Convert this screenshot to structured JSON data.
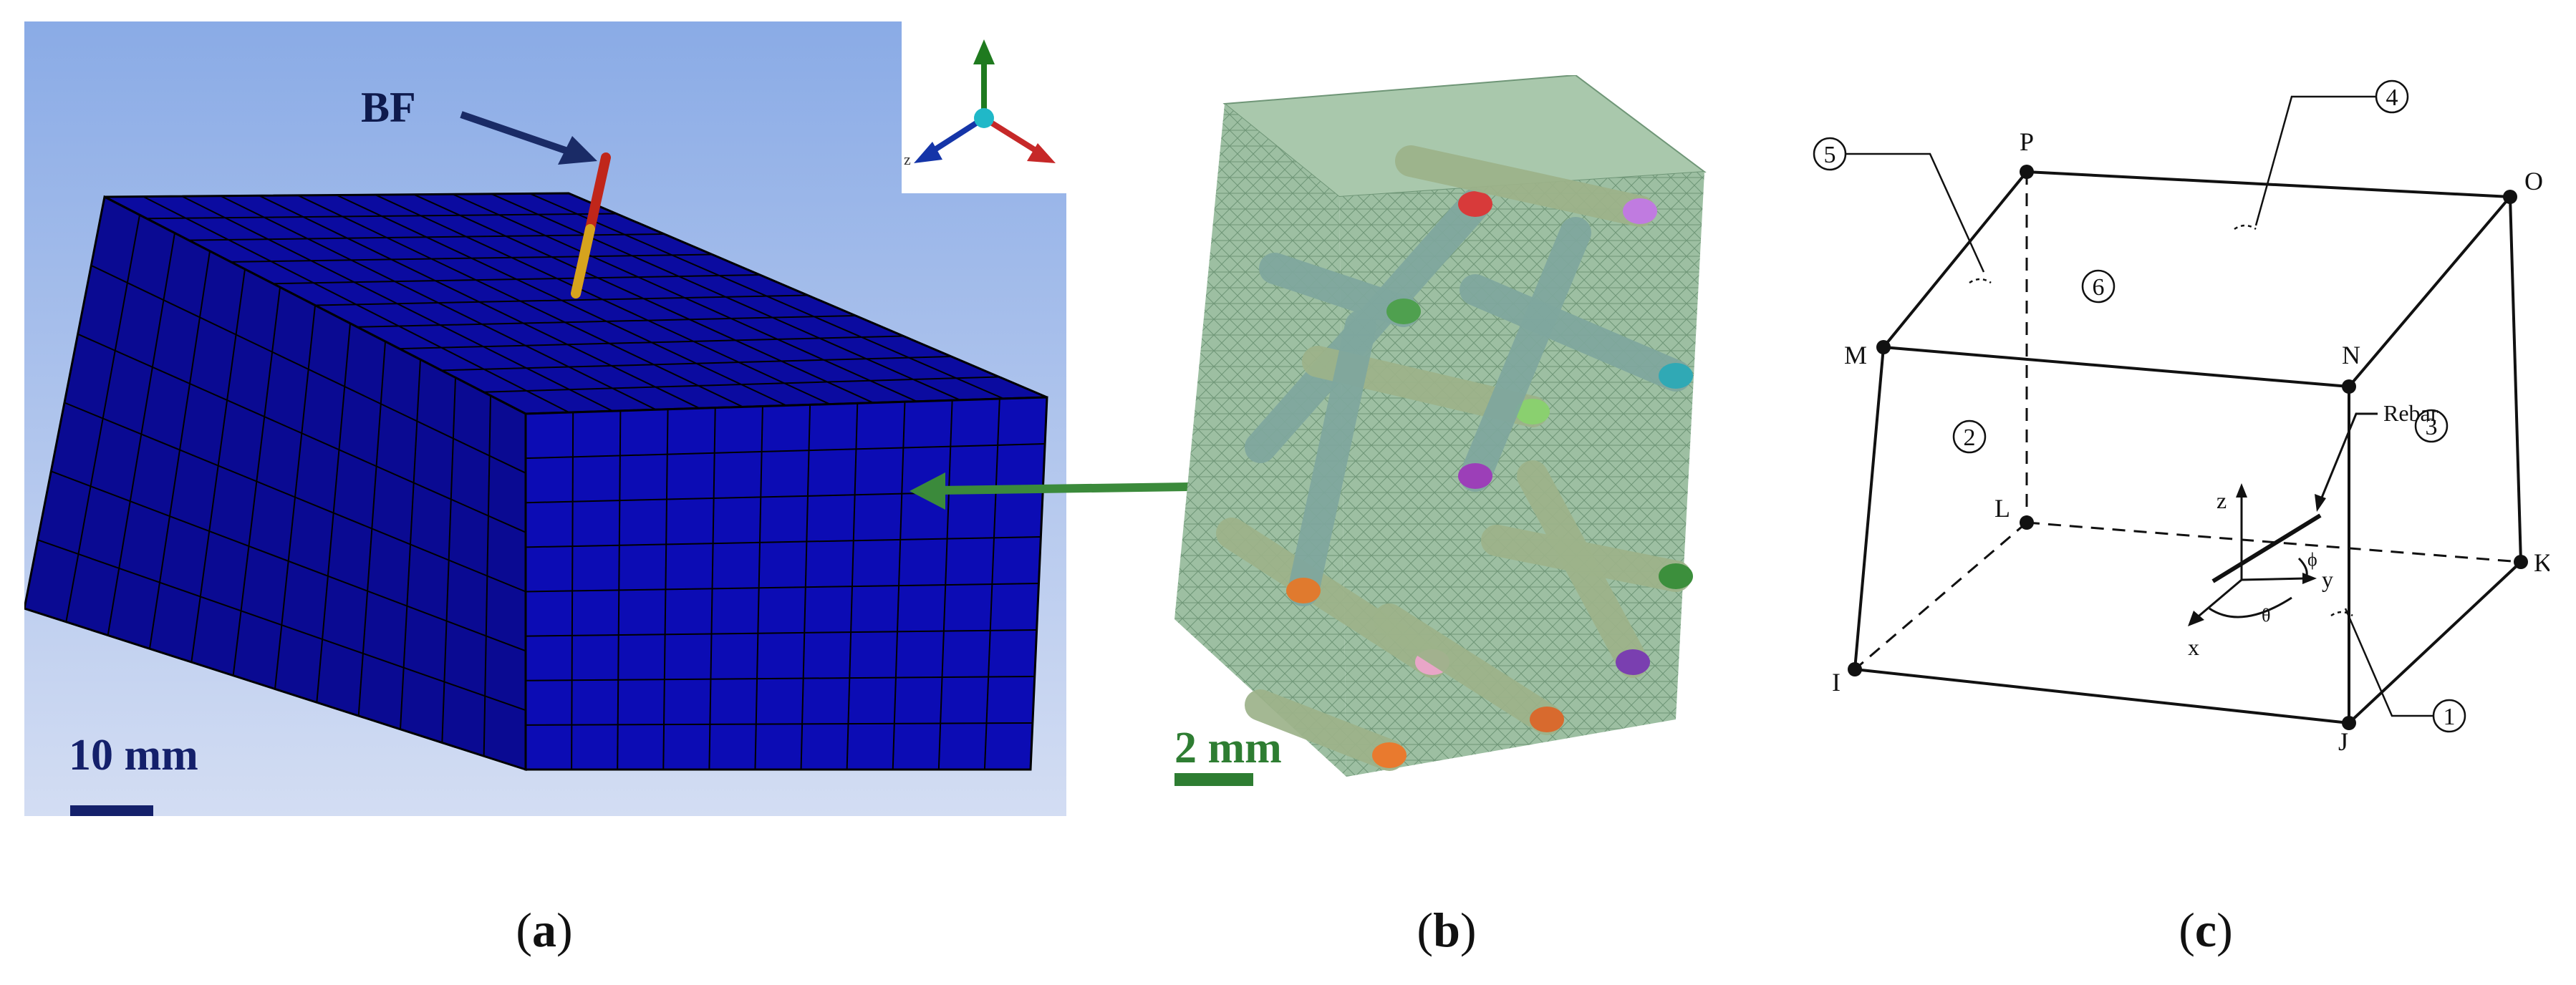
{
  "panels": {
    "a": {
      "caption_letter": "a",
      "fiber_label": "BF",
      "axis_triad_label": "z",
      "scale_bar_label": "10 mm",
      "colors": {
        "background_top": "#8eb0e8",
        "background_bottom": "#cfdbf3",
        "cube": "#0a0a9c",
        "cube_lines": "#000000",
        "arrow": "#1a2b66"
      }
    },
    "b": {
      "caption_letter": "b",
      "scale_bar_label": "2 mm",
      "colors": {
        "mesh": "#8fb496",
        "scale_bar": "#2e7d32",
        "arrow": "#3b8a3b"
      }
    },
    "c": {
      "caption_letter": "c",
      "node_labels": [
        "P",
        "O",
        "M",
        "N",
        "L",
        "K",
        "I",
        "J"
      ],
      "face_labels": [
        "1",
        "2",
        "3",
        "4",
        "5",
        "6"
      ],
      "rebar_label": "Rebar",
      "axis_labels": {
        "x": "x",
        "y": "y",
        "z": "z"
      },
      "angle_labels": {
        "theta": "θ",
        "phi": "ϕ"
      }
    }
  }
}
